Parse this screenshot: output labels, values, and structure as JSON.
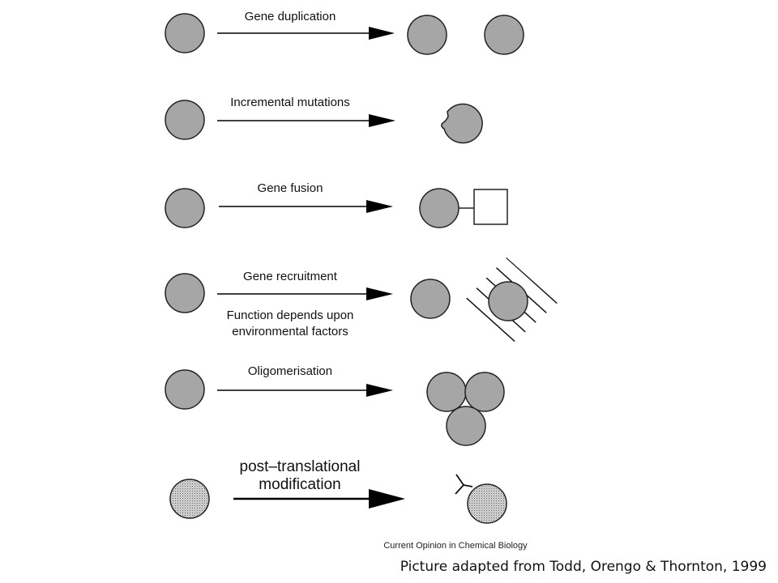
{
  "colors": {
    "protein_fill": "#a6a6a6",
    "protein_stroke": "#222222",
    "dotted_fill": "#c8c8c8",
    "line": "#000000"
  },
  "rows": [
    {
      "id": "gene-duplication",
      "labels": [
        "Gene duplication"
      ]
    },
    {
      "id": "incremental-mutations",
      "labels": [
        "Incremental mutations"
      ]
    },
    {
      "id": "gene-fusion",
      "labels": [
        "Gene fusion"
      ]
    },
    {
      "id": "gene-recruitment",
      "labels": [
        "Gene recruitment"
      ],
      "sub_labels": [
        "Function depends upon",
        "environmental factors"
      ]
    },
    {
      "id": "oligomerisation",
      "labels": [
        "Oligomerisation"
      ]
    },
    {
      "id": "post-translational-modification",
      "labels": [
        "post–translational",
        "modification"
      ]
    }
  ],
  "journal": "Current Opinion in Chemical Biology",
  "caption": "Picture adapted from Todd, Orengo & Thornton, 1999"
}
